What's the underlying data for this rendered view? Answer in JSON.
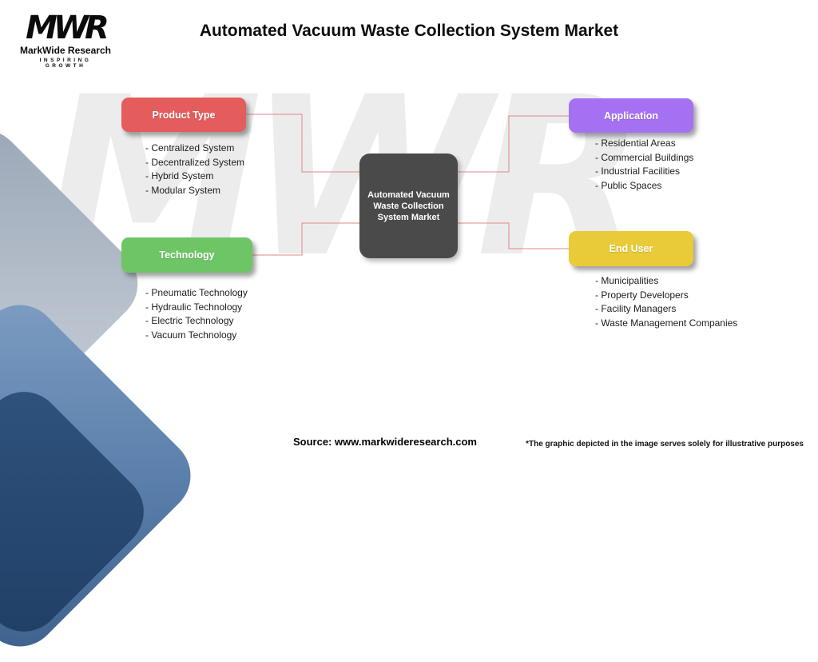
{
  "header": {
    "title": "Automated Vacuum Waste Collection System Market"
  },
  "logo": {
    "acronym": "MWR",
    "company": "MarkWide Research",
    "tagline": "INSPIRING GROWTH"
  },
  "center_node": {
    "label": "Automated Vacuum Waste Collection System Market"
  },
  "connector_color": "#e08888",
  "watermark": "MWR",
  "categories": [
    {
      "label": "Product Type",
      "color": "#e45c5c",
      "items": [
        "- Centralized System",
        "- Decentralized System",
        "- Hybrid System",
        "- Modular System"
      ]
    },
    {
      "label": "Application",
      "color": "#a571f2",
      "items": [
        "- Residential Areas",
        "- Commercial Buildings",
        "- Industrial Facilities",
        "- Public Spaces"
      ]
    },
    {
      "label": "Technology",
      "color": "#6ec566",
      "items": [
        "- Pneumatic Technology",
        "- Hydraulic Technology",
        "- Electric Technology",
        "- Vacuum Technology"
      ]
    },
    {
      "label": "End User",
      "color": "#e9ca39",
      "items": [
        "- Municipalities",
        "- Property Developers",
        "- Facility Managers",
        "- Waste Management Companies"
      ]
    }
  ],
  "footer": {
    "source": "Source: www.markwideresearch.com",
    "disclaimer": "*The graphic depicted in the image serves solely for illustrative purposes"
  }
}
